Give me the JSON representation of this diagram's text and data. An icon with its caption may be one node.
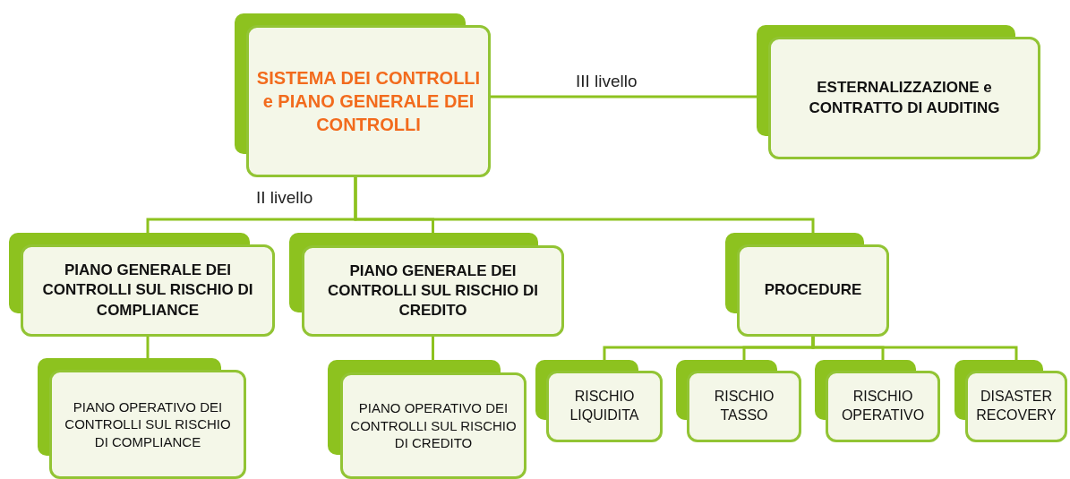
{
  "diagram": {
    "nodes": [
      {
        "text": [
          "SISTEMA DEI CONTROLLI e PIANO GENERALE DEI CONTROLLI"
        ]
      },
      {
        "text": [
          "ESTERNALIZZAZIONE e CONTRATTO DI AUDITING"
        ]
      },
      {
        "text": [
          "PIANO GENERALE DEI CONTROLLI SUL RISCHIO DI COMPLIANCE"
        ]
      },
      {
        "text": [
          "PIANO GENERALE DEI CONTROLLI SUL RISCHIO DI CREDITO"
        ]
      },
      {
        "text": [
          "PROCEDURE"
        ]
      },
      {
        "text": [
          "PIANO OPERATIVO DEI CONTROLLI SUL RISCHIO DI COMPLIANCE"
        ]
      },
      {
        "text": [
          "PIANO OPERATIVO DEI CONTROLLI SUL RISCHIO DI CREDITO"
        ]
      },
      {
        "text": [
          "RISCHIO LIQUIDITA"
        ]
      },
      {
        "text": [
          "RISCHIO TASSO"
        ]
      },
      {
        "text": [
          "RISCHIO OPERATIVO"
        ]
      },
      {
        "text": [
          "DISASTER RECOVERY"
        ]
      }
    ],
    "edges": [
      {
        "from": 0,
        "to": 1,
        "arrow": "none",
        "label": "III livello"
      },
      {
        "from": 0,
        "to": 2,
        "arrow": "none",
        "label": "II livello"
      },
      {
        "from": 0,
        "to": 3,
        "arrow": "none"
      },
      {
        "from": 0,
        "to": 4,
        "arrow": "none"
      },
      {
        "from": 2,
        "to": 5,
        "arrow": "none"
      },
      {
        "from": 3,
        "to": 6,
        "arrow": "none"
      },
      {
        "from": 4,
        "to": 7,
        "arrow": "none"
      },
      {
        "from": 4,
        "to": 8,
        "arrow": "none"
      },
      {
        "from": 4,
        "to": 9,
        "arrow": "none"
      },
      {
        "from": 4,
        "to": 10,
        "arrow": "none"
      }
    ]
  }
}
